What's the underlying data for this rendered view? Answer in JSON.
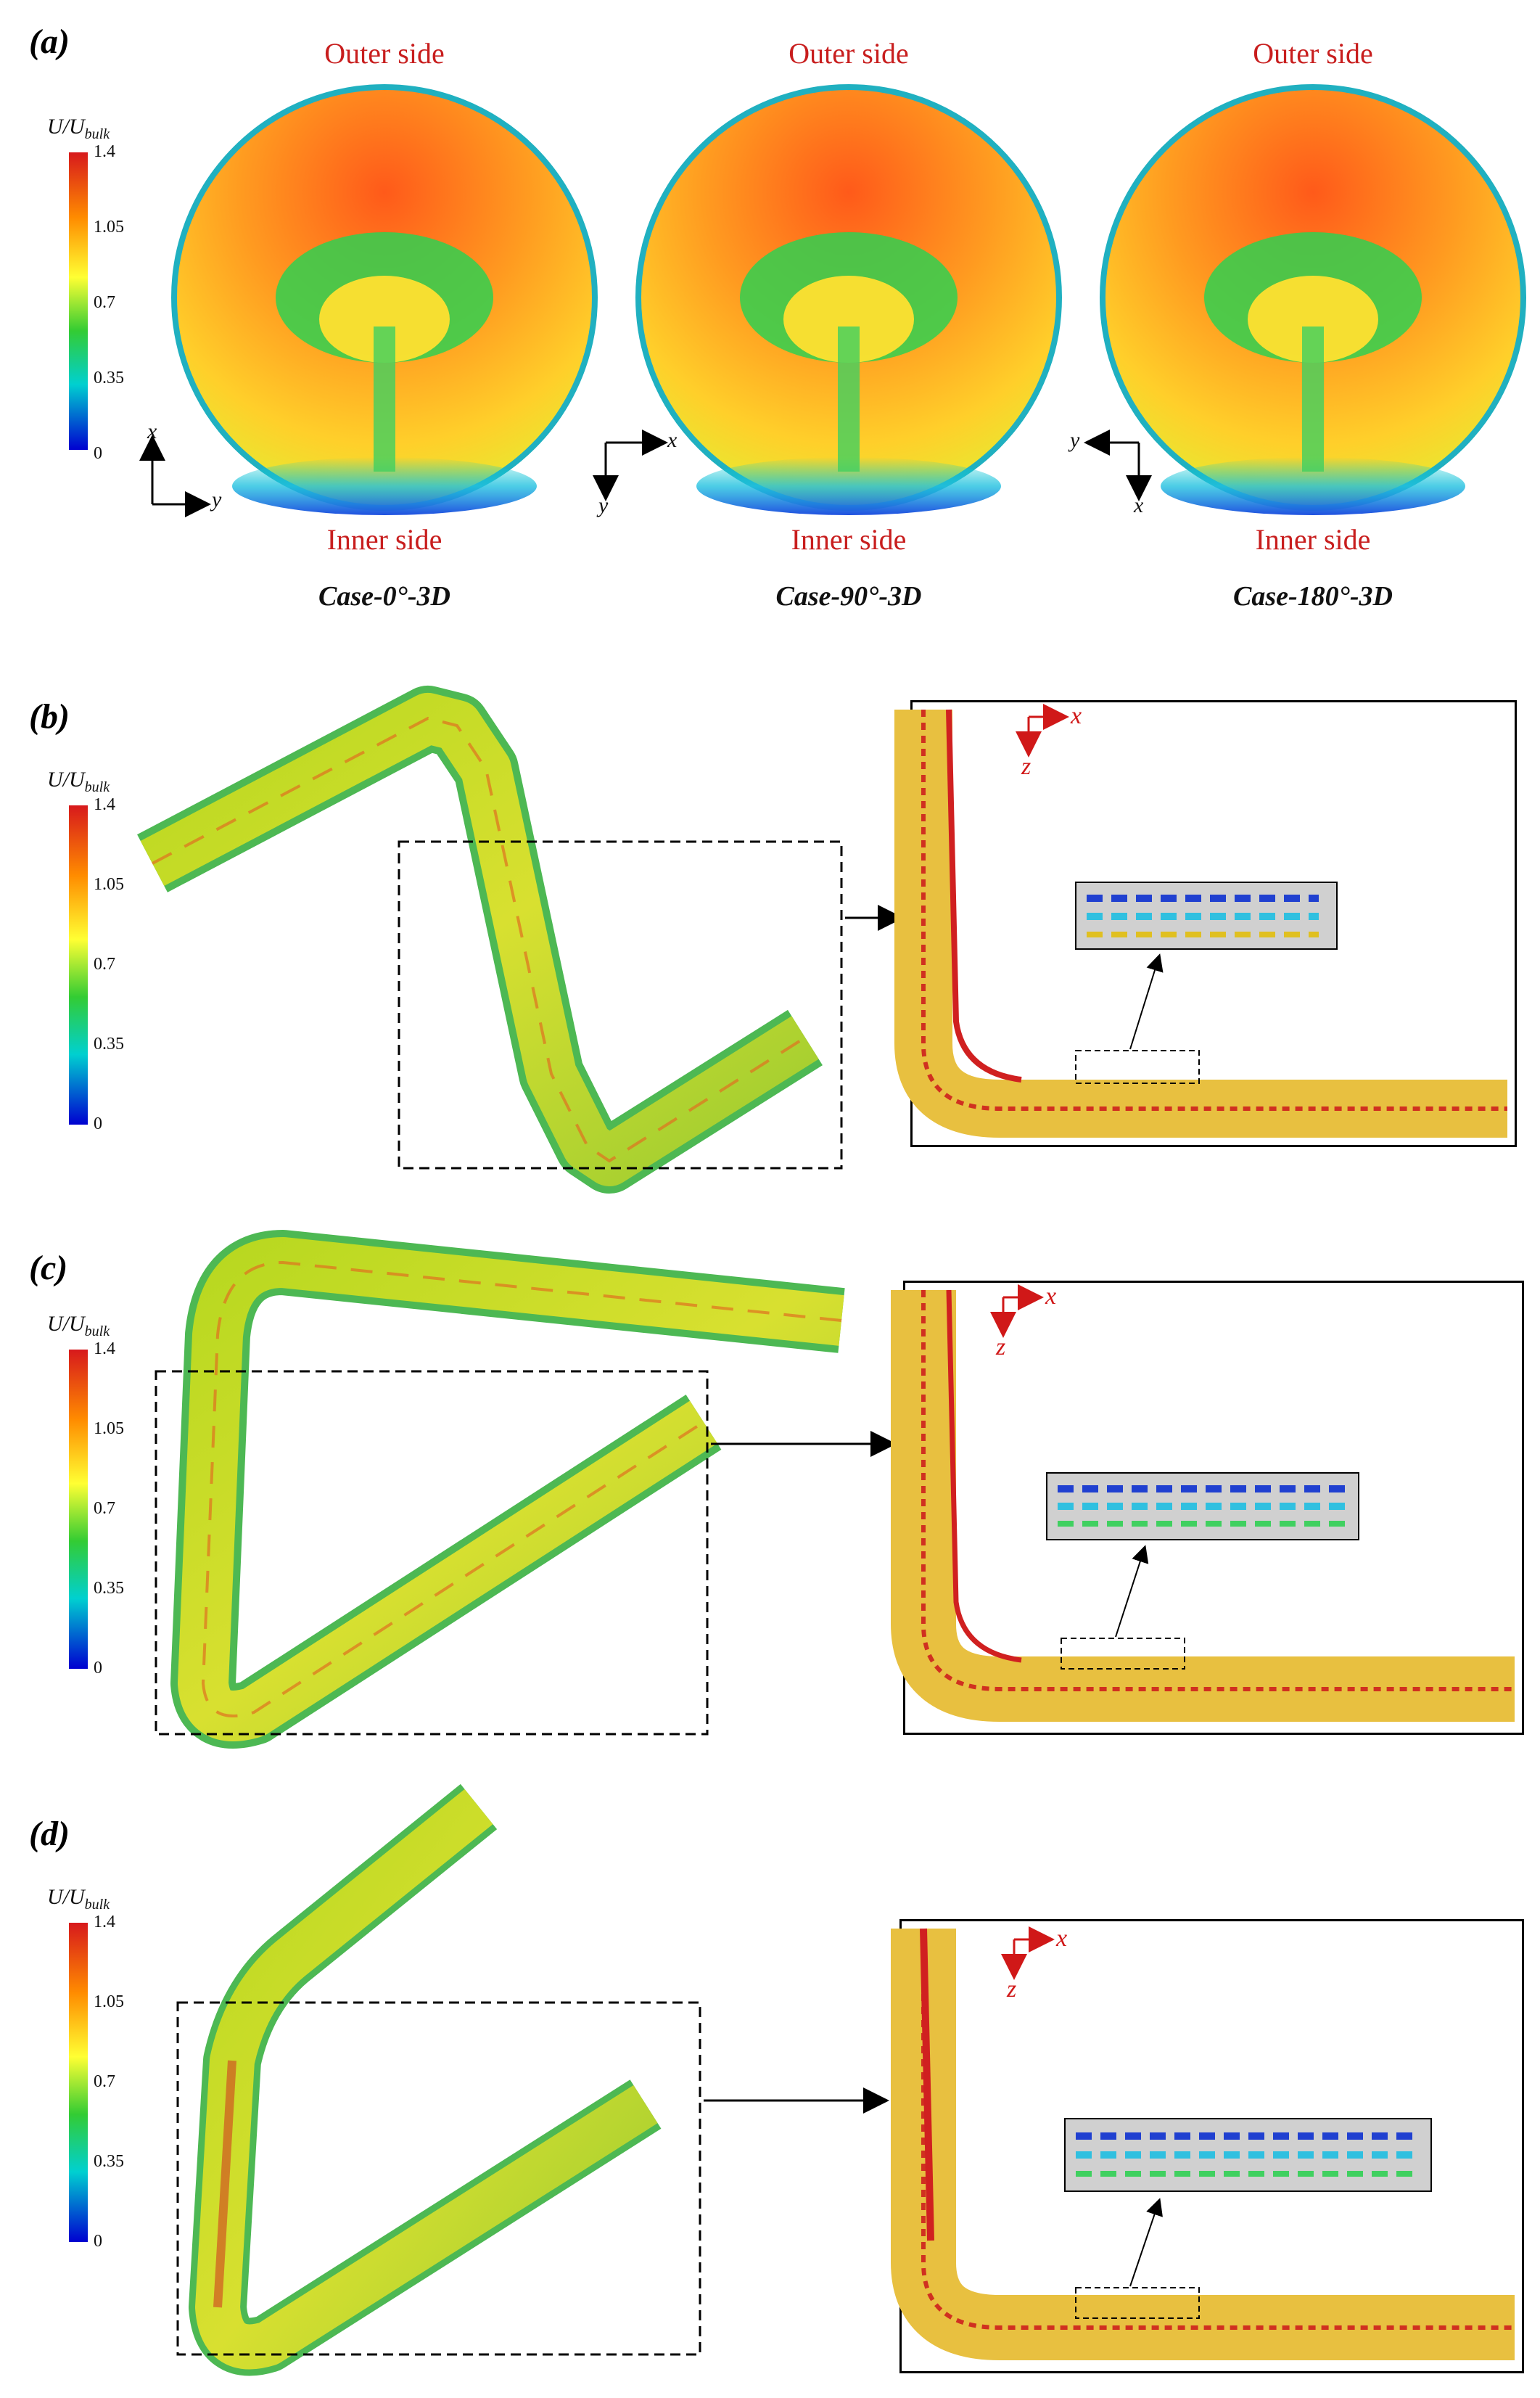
{
  "panels": {
    "a": {
      "label": "(a)"
    },
    "b": {
      "label": "(b)"
    },
    "c": {
      "label": "(c)"
    },
    "d": {
      "label": "(d)"
    }
  },
  "colorbar": {
    "title": "U/U",
    "title_sub": "bulk",
    "ticks": [
      "1.4",
      "1.05",
      "0.7",
      "0.35",
      "0"
    ],
    "colors": [
      "#d7191c",
      "#ff7f00",
      "#ffff33",
      "#33cc33",
      "#00cccc",
      "#0000cc"
    ]
  },
  "section_labels": {
    "outer": "Outer side",
    "inner": "Inner side"
  },
  "cases": [
    {
      "name": "Case-0°-3D",
      "axes": {
        "up": "x",
        "right": "y"
      }
    },
    {
      "name": "Case-90°-3D",
      "axes": {
        "right": "x",
        "down": "y"
      }
    },
    {
      "name": "Case-180°-3D",
      "axes": {
        "left": "y",
        "down": "x"
      }
    }
  ],
  "inset_axes": {
    "x": "x",
    "z": "z"
  }
}
